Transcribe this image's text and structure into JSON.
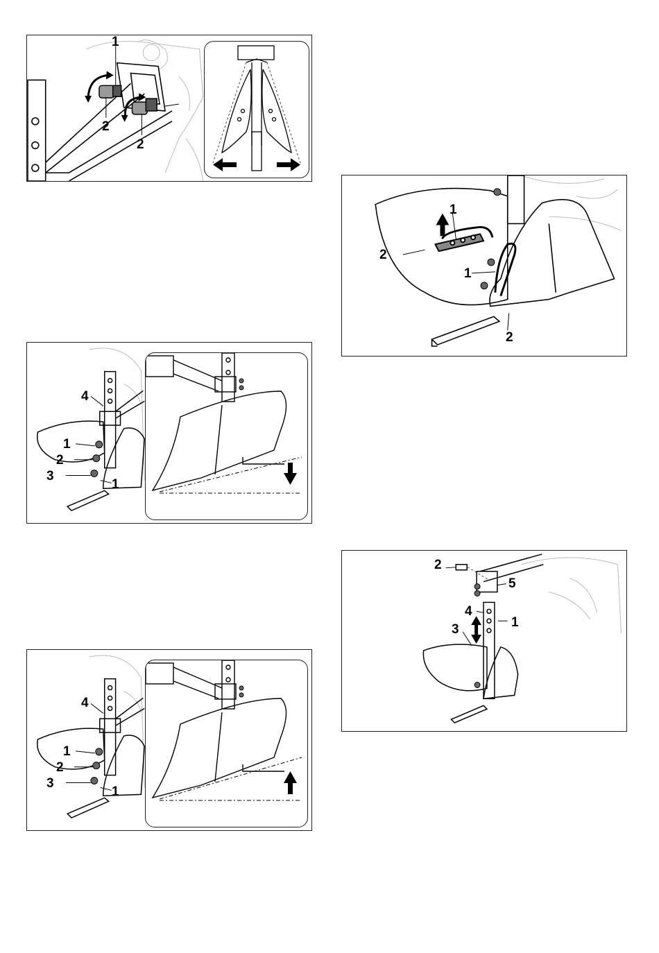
{
  "figures": {
    "fig1": {
      "callouts": [
        "1",
        "2",
        "2"
      ]
    },
    "fig2": {
      "callouts": [
        "1",
        "2",
        "1",
        "2"
      ]
    },
    "fig3": {
      "callouts": [
        "4",
        "1",
        "2",
        "3",
        "1"
      ]
    },
    "fig4": {
      "callouts": [
        "2",
        "5",
        "4",
        "1",
        "3"
      ]
    },
    "fig5": {
      "callouts": [
        "4",
        "1",
        "2",
        "3",
        "1"
      ]
    }
  }
}
